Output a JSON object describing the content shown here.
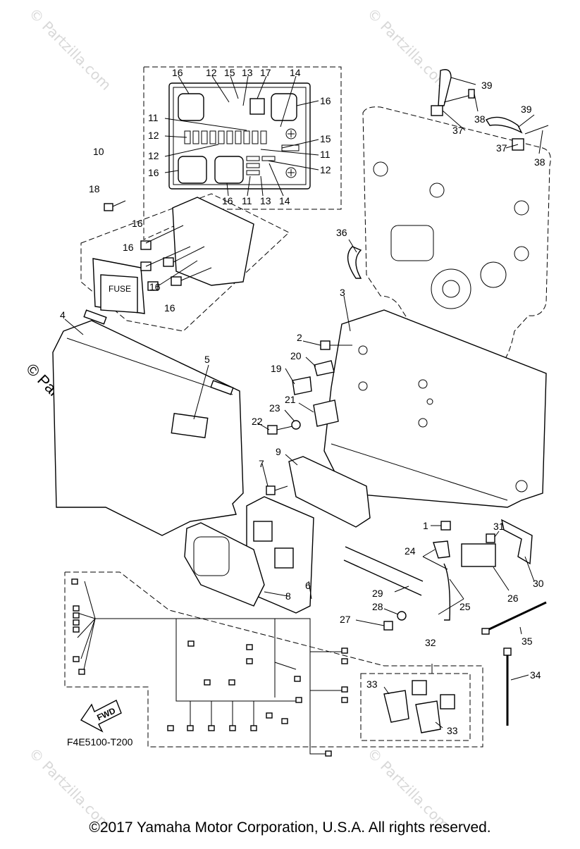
{
  "diagram": {
    "code": "F4E5100-T200",
    "fwd_label": "FWD",
    "fuse_label": "FUSE",
    "watermark": "© Partzilla.com",
    "copyright": "©2017  Yamaha Motor Corporation, U.S.A. All rights reserved.",
    "callouts": {
      "c1": "1",
      "c2": "2",
      "c3": "3",
      "c4": "4",
      "c5": "5",
      "c6": "6",
      "c7": "7",
      "c8": "8",
      "c9": "9",
      "c10": "10",
      "c18": "18",
      "c19": "19",
      "c20": "20",
      "c21": "21",
      "c22": "22",
      "c23": "23",
      "c24": "24",
      "c25": "25",
      "c26": "26",
      "c27": "27",
      "c28": "28",
      "c29": "29",
      "c30": "30",
      "c31": "31",
      "c32": "32",
      "c33a": "33",
      "c33b": "33",
      "c34": "34",
      "c35": "35",
      "c36": "36",
      "c37a": "37",
      "c37b": "37",
      "c38a": "38",
      "c38b": "38",
      "c39a": "39",
      "c39b": "39",
      "fb16a": "16",
      "fb12a": "12",
      "fb15a": "15",
      "fb13a": "13",
      "fb17": "17",
      "fb14a": "14",
      "fb16b": "16",
      "fb11a": "11",
      "fb12b": "12",
      "fb15b": "15",
      "fb12c": "12",
      "fb11b": "11",
      "fb12d": "12",
      "fb16c": "16",
      "fb16d": "16",
      "fb11c": "11",
      "fb13b": "13",
      "fb14b": "14",
      "r16a": "16",
      "r16b": "16",
      "r16c": "16",
      "r16d": "16"
    }
  }
}
